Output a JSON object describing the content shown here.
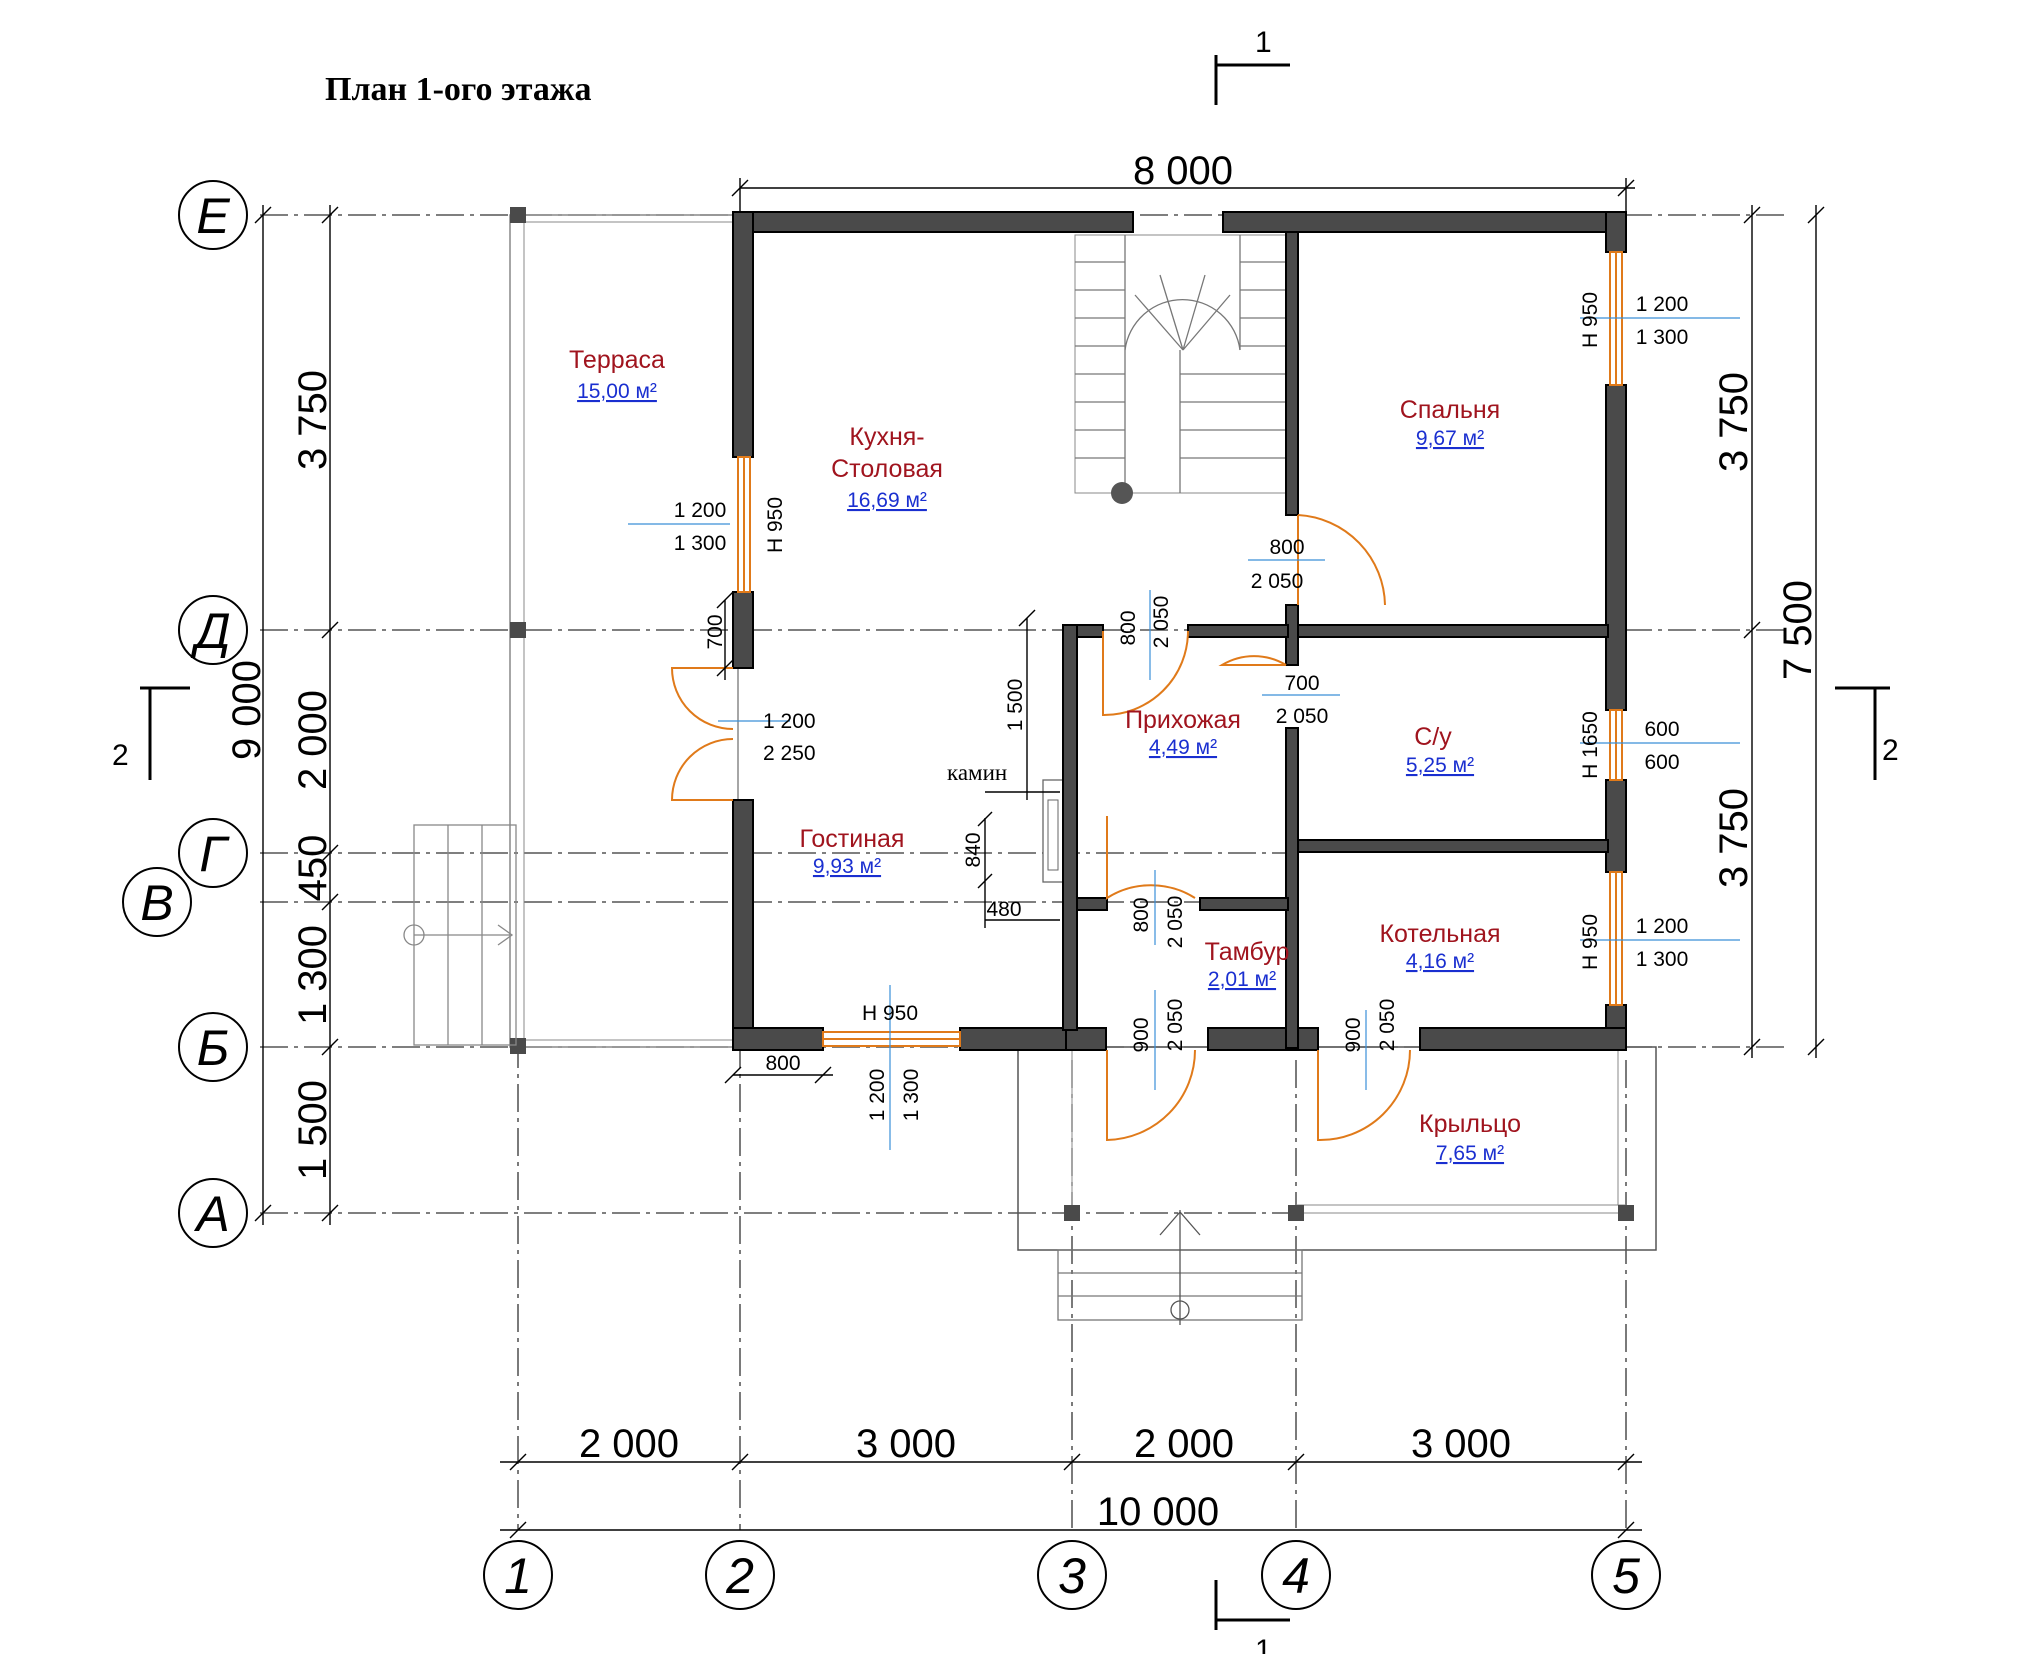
{
  "title": "План 1-ого этажа",
  "section_marks": {
    "s1": "1",
    "s2": "2"
  },
  "axes_letters": [
    "Е",
    "Д",
    "Г",
    "В",
    "Б",
    "А"
  ],
  "axes_numbers": [
    "1",
    "2",
    "3",
    "4",
    "5"
  ],
  "rooms": [
    {
      "name": "Терраса",
      "area": "15,00 м²"
    },
    {
      "name_line1": "Кухня-",
      "name_line2": "Столовая",
      "area": "16,69 м²"
    },
    {
      "name": "Спальня",
      "area": "9,67 м²"
    },
    {
      "name": "Прихожая",
      "area": "4,49 м²"
    },
    {
      "name": "С/у",
      "area": "5,25 м²"
    },
    {
      "name": "Гостиная",
      "area": "9,93 м²"
    },
    {
      "name": "Тамбур",
      "area": "2,01 м²"
    },
    {
      "name": "Котельная",
      "area": "4,16 м²"
    },
    {
      "name": "Крыльцо",
      "area": "7,65 м²"
    }
  ],
  "labels": {
    "fireplace": "камин"
  },
  "dims": {
    "top": "8 000",
    "bottom_segments": [
      "2 000",
      "3 000",
      "2 000",
      "3 000"
    ],
    "bottom_total": "10 000",
    "left_outer": "9 000",
    "left_segments": [
      "3 750",
      "2 000",
      "450",
      "1 300",
      "1 500"
    ],
    "right_segments": [
      "3 750",
      "3 750"
    ],
    "right_total": "7 500"
  },
  "openings": {
    "kitchen_window": [
      "1 200",
      "1 300",
      "Н 950"
    ],
    "bedroom_window": [
      "1 200",
      "1 300",
      "Н 950"
    ],
    "wc_window": [
      "600",
      "600",
      "Н 1650"
    ],
    "boiler_window": [
      "1 200",
      "1 300",
      "Н 950"
    ],
    "living_window": [
      "Н 950",
      "1 200",
      "1 300"
    ],
    "terrace_door": [
      "1 200",
      "2 250"
    ],
    "bedroom_door": [
      "800",
      "2 050"
    ],
    "hall_door": [
      "800",
      "2 050"
    ],
    "wc_door": [
      "700",
      "2 050"
    ],
    "tambour_door": [
      "800",
      "2 050"
    ],
    "entry_door_1": [
      "900",
      "2 050"
    ],
    "entry_door_2": [
      "900",
      "2 050"
    ],
    "small_dims": [
      "700",
      "1 500",
      "840",
      "480",
      "800"
    ]
  },
  "colors": {
    "wall": "#4a4a4a",
    "room_name": "#a0141e",
    "area": "#1a2fd0",
    "door": "#e07a1a",
    "leader": "#3a8fd8"
  }
}
